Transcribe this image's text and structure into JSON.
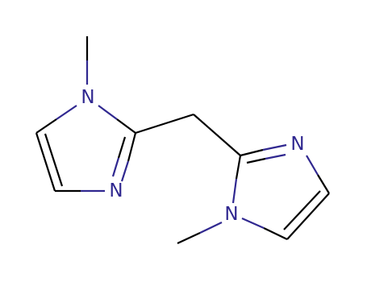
{
  "molecule": {
    "atoms": {
      "n1_top": "N",
      "n3_top": "N",
      "n1_bottom": "N",
      "n3_bottom": "N"
    },
    "colors": {
      "bond": "#000000",
      "nitrogen": "#302890",
      "background": "#ffffff"
    }
  }
}
